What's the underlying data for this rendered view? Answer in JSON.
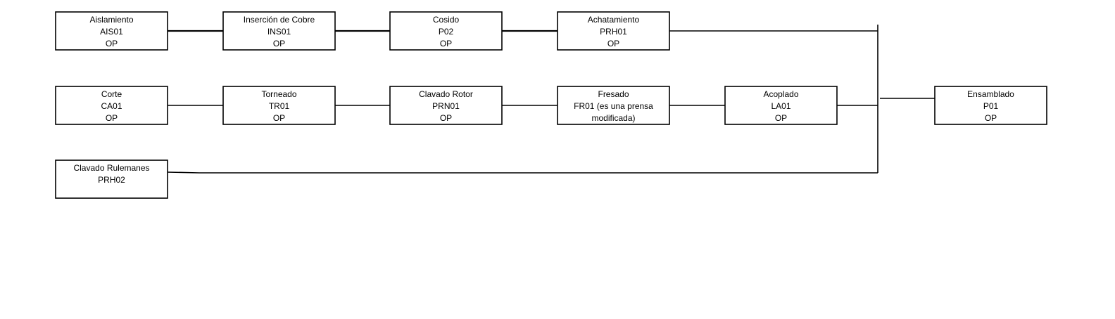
{
  "nodes": [
    {
      "id": "aislamiento",
      "name": "Aislamiento",
      "code": "AIS01",
      "type": "OP"
    },
    {
      "id": "insercion-de-cobre",
      "name": "Inserción de Cobre",
      "code": "INS01",
      "type": "OP"
    },
    {
      "id": "cosido",
      "name": "Cosido",
      "code": "P02",
      "type": "OP"
    },
    {
      "id": "achatamiento",
      "name": "Achatamiento",
      "code": "PRH01",
      "type": "OP"
    },
    {
      "id": "corte",
      "name": "Corte",
      "code": "CA01",
      "type": "OP"
    },
    {
      "id": "torneado",
      "name": "Torneado",
      "code": "TR01",
      "type": "OP"
    },
    {
      "id": "clavado-rotor",
      "name": "Clavado Rotor",
      "code": "PRN01",
      "type": "OP"
    },
    {
      "id": "fresado",
      "name": "Fresado",
      "code": "FR01  (es una prensa",
      "type": "modificada)"
    },
    {
      "id": "acoplado",
      "name": "Acoplado",
      "code": "LA01",
      "type": "OP"
    },
    {
      "id": "ensamblado",
      "name": "Ensamblado",
      "code": "P01",
      "type": "OP"
    },
    {
      "id": "clavado-rulemanes",
      "name": "Clavado Rulemanes",
      "code": "PRH02",
      "type": ""
    }
  ],
  "edges": [
    {
      "from": "aislamiento",
      "to": "insercion-de-cobre"
    },
    {
      "from": "insercion-de-cobre",
      "to": "cosido"
    },
    {
      "from": "cosido",
      "to": "achatamiento"
    },
    {
      "from": "achatamiento",
      "to": "ensamblado"
    },
    {
      "from": "corte",
      "to": "torneado"
    },
    {
      "from": "torneado",
      "to": "clavado-rotor"
    },
    {
      "from": "clavado-rotor",
      "to": "fresado"
    },
    {
      "from": "fresado",
      "to": "acoplado"
    },
    {
      "from": "acoplado",
      "to": "ensamblado"
    },
    {
      "from": "clavado-rulemanes",
      "to": "ensamblado"
    }
  ]
}
